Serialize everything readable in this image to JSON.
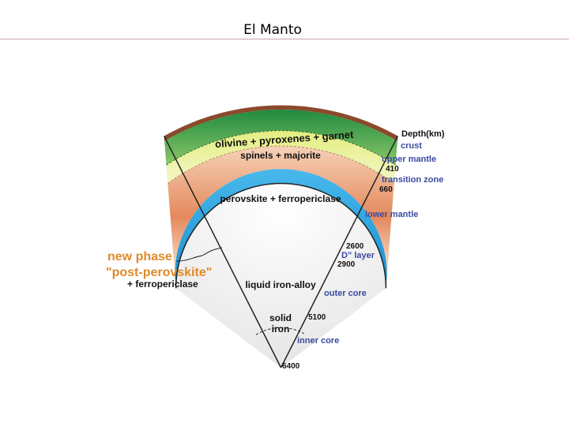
{
  "header": {
    "title": "El Manto"
  },
  "diagram": {
    "layers": {
      "olivine": "olivine + pyroxenes + garnet",
      "spinels": "spinels + majorite",
      "perovskite": "perovskite + ferropericlase",
      "liquid": "liquid iron-alloy",
      "solid_line1": "solid",
      "solid_line2": "iron"
    },
    "zones": {
      "crust": "crust",
      "upper_mantle": "upper mantle",
      "transition_zone": "transition zone",
      "lower_mantle": "lower mantle",
      "d_layer": "D\" layer",
      "outer_core": "outer core",
      "inner_core": "inner core"
    },
    "depths": {
      "header": "Depth(km)",
      "d410": "410",
      "d660": "660",
      "d2600": "2600",
      "d2900": "2900",
      "d5100": "5100",
      "d6400": "6400"
    },
    "callout": {
      "line1": "new phase",
      "line2": "\"post-perovskite\"",
      "line3": "+ ferropericlase"
    },
    "colors": {
      "crust": "#8a4a2c",
      "upper_mantle": "#2e9a48",
      "transition": "#d6e86a",
      "lower_mantle": "#e5875a",
      "d_layer": "#2aa4e0",
      "zone_text": "#3a4aa0",
      "callout_text": "#e08a2a"
    }
  }
}
